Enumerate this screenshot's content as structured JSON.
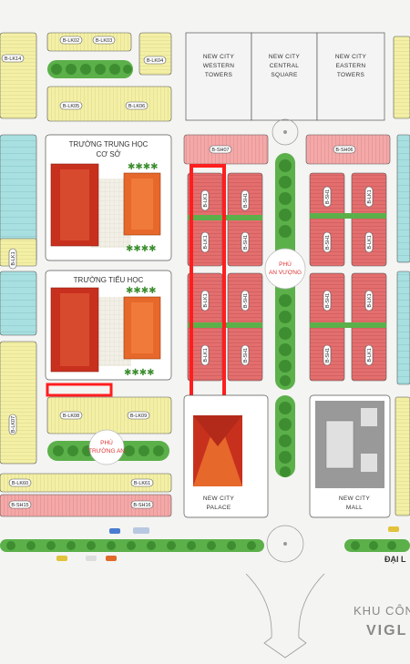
{
  "map": {
    "buildings": {
      "western_towers": [
        "NEW CITY",
        "WESTERN",
        "TOWERS"
      ],
      "central_square": [
        "NEW CITY",
        "CENTRAL",
        "SQUARE"
      ],
      "eastern_towers": [
        "NEW CITY",
        "EASTERN",
        "TOWERS"
      ],
      "palace": [
        "NEW CITY",
        "PALACE"
      ],
      "mall": [
        "NEW CITY",
        "MALL"
      ]
    },
    "schools": {
      "middle": [
        "TRƯỜNG TRUNG HỌC",
        "CƠ SỞ"
      ],
      "primary": "TRƯỜNG TIỂU HỌC"
    },
    "wards": {
      "an_vuong": [
        "PHÚ",
        "AN VƯỢNG"
      ],
      "truong_an": [
        "PHÚ",
        "TRƯỜNG AN"
      ]
    },
    "lot_labels": {
      "lk14": "B-LK14",
      "lk02": "B-LK02",
      "lk03": "B-LK03",
      "lk04": "B-LK04",
      "lk05": "B-LK05",
      "lk06": "B-LK06",
      "lk07": "B-LK07",
      "lk08": "B-LK08",
      "lk09": "B-LK09",
      "lk60": "B-LK60",
      "lk61": "B-LK61",
      "sh07": "B-SH07",
      "sh06": "B-SH06",
      "sh15": "B-SH15",
      "sh16": "B-SH16",
      "lk1a": "B-LK1",
      "lk1b": "B-LK1",
      "lk1c": "B-LK1",
      "lk1d": "B-LK1",
      "sh_a": "B-SH1",
      "sh_b": "B-SH1",
      "sh_c": "B-SH1",
      "sh_d": "B-SH1",
      "sh_e": "B-SH1",
      "sh_f": "B-SH1",
      "sh_g": "B-SH1",
      "sh_h": "B-SH1",
      "lk_e1": "B-LK1",
      "lk_e2": "B-LK1",
      "lk_e3": "B-LK1",
      "lk_e4": "B-LK1",
      "lk_w": "B-LK1"
    },
    "road_label": "ĐẠI L",
    "zone_label": "KHU CÔN",
    "brand_label": "VIGL",
    "colors": {
      "residential_yellow": "#f3f0a6",
      "shophouse_pink": "#f4a8a8",
      "townhouse_red": "#e46e6e",
      "villa_blue": "#a8dfe0",
      "greenery": "#5bb04a",
      "roof_red": "#c8301e",
      "roof_orange": "#e6682a",
      "highlight_red": "#ff1e1e"
    }
  }
}
